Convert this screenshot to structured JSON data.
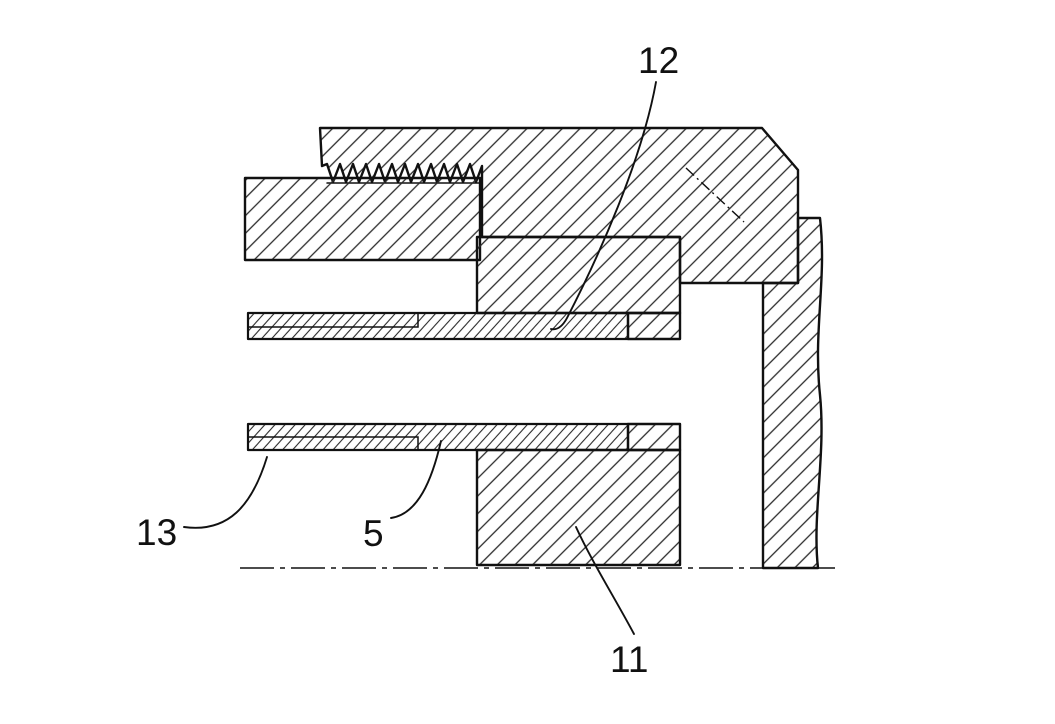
{
  "figure": {
    "kind": "patent-style cross-section diagram of a tube fitting assembly",
    "labels": {
      "l12": "12",
      "l13": "13",
      "l5": "5",
      "l11": "11"
    }
  },
  "colors": {
    "ink": "#111111",
    "background": "#ffffff"
  }
}
